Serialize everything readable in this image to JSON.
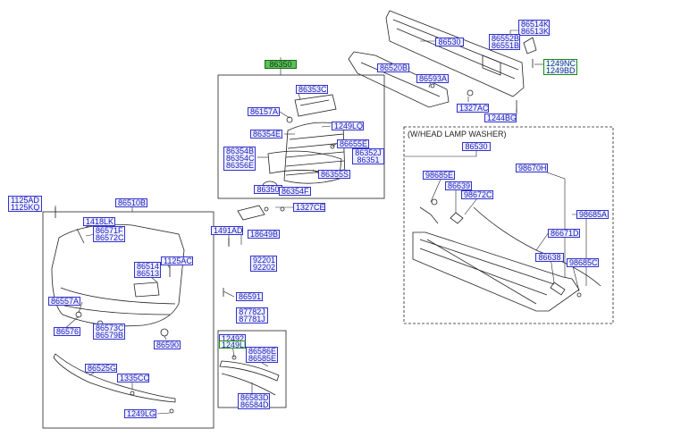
{
  "header_part": "86350",
  "washer_caption": "(W/HEAD LAMP WASHER)",
  "labels": {
    "p86530_top": "86530",
    "p86514K": "86514K",
    "p86513K": "86513K",
    "p86552B": "86552B",
    "p86551B": "86551B",
    "p86520B": "86520B",
    "p86593A": "86593A",
    "p1249NC": "1249NC",
    "p1249BD": "1249BD",
    "p1327AC": "1327AC",
    "p1244BG": "1244BG",
    "p86353C": "86353C",
    "p86157A": "86157A",
    "p1249LQ": "1249LQ",
    "p86354E": "86354E",
    "p86655E": "86655E",
    "p86352J": "86352J",
    "p86351": "86351",
    "p86354B": "86354B",
    "p86354C": "86354C",
    "p86356E": "86356E",
    "p86355S": "86355S",
    "p86350_low": "86350",
    "p86354F": "86354F",
    "p86530_w": "86530",
    "p98685E": "98685E",
    "p98670H": "98670H",
    "p86639": "86639",
    "p98672C": "98672C",
    "p98685A": "98685A",
    "p86671D": "86671D",
    "p86638": "86638",
    "p98685C": "98685C",
    "p1125AD": "1125AD",
    "p1125KQ": "1125KQ",
    "p86510B": "86510B",
    "p1327CE": "1327CE",
    "p1418LK": "1418LK",
    "p86571F": "86571F",
    "p86572C": "86572C",
    "p1491AD": "1491AD",
    "p18649B": "18649B",
    "p86514": "86514",
    "p86513": "86513",
    "p1125AC": "1125AC",
    "p92201": "92201",
    "p92202": "92202",
    "p86591": "86591",
    "p86557A": "86557A",
    "p87782J": "87782J",
    "p87781J": "87781J",
    "p86573C": "86573C",
    "p86576": "86576",
    "p86579B": "86579B",
    "p86590": "86590",
    "p12492": "12492",
    "p1249LL": "1249LL",
    "p86586E": "86586E",
    "p86585E": "86585E",
    "p86525G": "86525G",
    "p1335CC": "1335CC",
    "p86583D": "86583D",
    "p86584D": "86584D",
    "p1249LG": "1249LG"
  },
  "colors": {
    "label_border": "#3333cc",
    "label_text": "#1a1ab8",
    "label_bg": "#eef0ff",
    "header_bg": "#5bbf5b",
    "line": "#222222"
  }
}
